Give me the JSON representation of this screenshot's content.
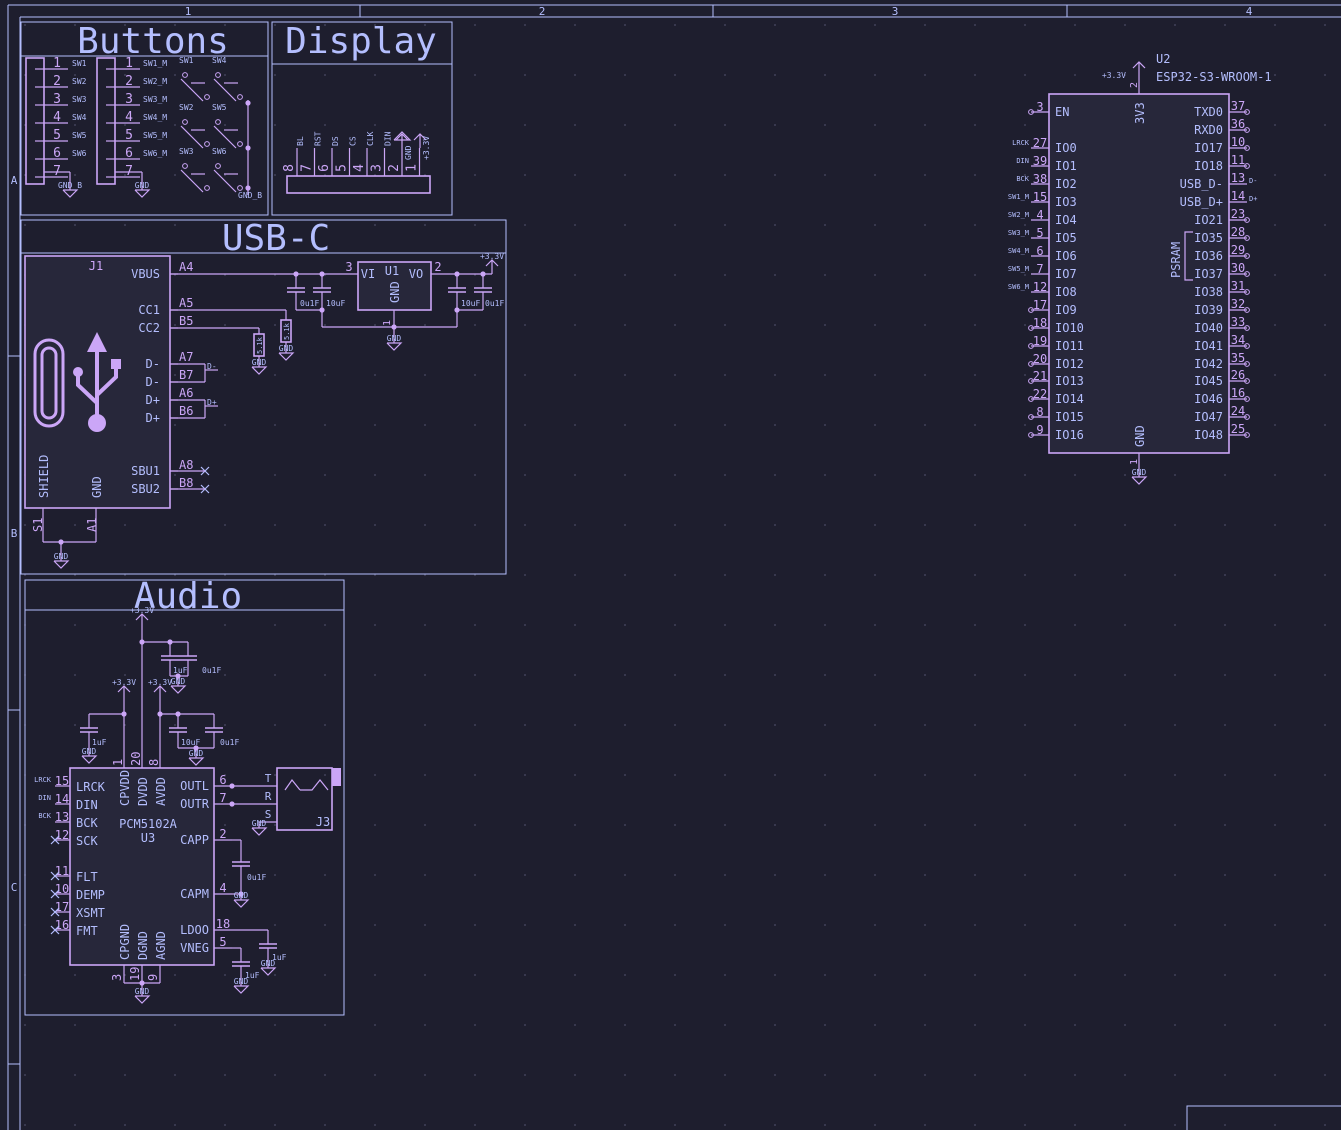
{
  "sheet": {
    "columns": [
      "1",
      "2",
      "3",
      "4"
    ],
    "rows": [
      "A",
      "B",
      "C"
    ]
  },
  "sections": {
    "buttons": "Buttons",
    "display": "Display",
    "usbc": "USB-C",
    "audio": "Audio"
  },
  "buttons": {
    "conn1_pins": [
      "1",
      "2",
      "3",
      "4",
      "5",
      "6",
      "7"
    ],
    "conn1_nets": [
      "SW1",
      "SW2",
      "SW3",
      "SW4",
      "SW5",
      "SW6"
    ],
    "conn2_pins": [
      "1",
      "2",
      "3",
      "4",
      "5",
      "6",
      "7"
    ],
    "conn2_nets": [
      "SW1_M",
      "SW2_M",
      "SW3_M",
      "SW4_M",
      "SW5_M",
      "SW6_M"
    ],
    "gnd_b": "GND_B",
    "gnd": "GND",
    "switches": [
      "SW1",
      "SW4",
      "SW2",
      "SW5",
      "SW3",
      "SW6"
    ]
  },
  "display": {
    "pins": [
      "8",
      "7",
      "6",
      "5",
      "4",
      "3",
      "2",
      "1"
    ],
    "nets": [
      "BL",
      "RST",
      "DS",
      "CS",
      "CLK",
      "DIN",
      "GND",
      "+3.3V"
    ]
  },
  "usb": {
    "ref": "J1",
    "pins_left": [
      "VBUS",
      "CC1",
      "CC2",
      "D-",
      "D-",
      "D+",
      "D+",
      "SBU1",
      "SBU2"
    ],
    "pad_nums": [
      "A4",
      "A5",
      "B5",
      "A7",
      "B7",
      "A6",
      "B6",
      "A8",
      "B8"
    ],
    "shield": "SHIELD",
    "gnd": "GND",
    "s1": "S1",
    "a1": "A1",
    "dm": "D-",
    "dp": "D+",
    "r1": "5.1k",
    "r2": "5.1k",
    "reg": {
      "ref": "U1",
      "vi": "VI",
      "vo": "VO",
      "gnd": "GND",
      "pin_vi": "3",
      "pin_vo": "2",
      "pin_gnd": "1"
    },
    "caps": [
      "0u1F",
      "10uF",
      "10uF",
      "0u1F"
    ],
    "net_33": "+3.3V",
    "gnd_label": "GND"
  },
  "mcu": {
    "ref": "U2",
    "part": "ESP32-S3-WROOM-1",
    "pwr_net": "+3.3V",
    "pwr_pin": "2",
    "pwr_name": "3V3",
    "gnd_name": "GND",
    "gnd_pin": "1",
    "left": [
      {
        "name": "EN",
        "num": "3",
        "net": ""
      },
      {
        "name": "IO0",
        "num": "27",
        "net": "LRCK"
      },
      {
        "name": "IO1",
        "num": "39",
        "net": "DIN"
      },
      {
        "name": "IO2",
        "num": "38",
        "net": "BCK"
      },
      {
        "name": "IO3",
        "num": "15",
        "net": "SW1_M"
      },
      {
        "name": "IO4",
        "num": "4",
        "net": "SW2_M"
      },
      {
        "name": "IO5",
        "num": "5",
        "net": "SW3_M"
      },
      {
        "name": "IO6",
        "num": "6",
        "net": "SW4_M"
      },
      {
        "name": "IO7",
        "num": "7",
        "net": "SW5_M"
      },
      {
        "name": "IO8",
        "num": "12",
        "net": "SW6_M"
      },
      {
        "name": "IO9",
        "num": "17",
        "net": ""
      },
      {
        "name": "IO10",
        "num": "18",
        "net": ""
      },
      {
        "name": "IO11",
        "num": "19",
        "net": ""
      },
      {
        "name": "IO12",
        "num": "20",
        "net": ""
      },
      {
        "name": "IO13",
        "num": "21",
        "net": ""
      },
      {
        "name": "IO14",
        "num": "22",
        "net": ""
      },
      {
        "name": "IO15",
        "num": "8",
        "net": ""
      },
      {
        "name": "IO16",
        "num": "9",
        "net": ""
      }
    ],
    "right": [
      {
        "name": "TXD0",
        "num": "37",
        "net": ""
      },
      {
        "name": "RXD0",
        "num": "36",
        "net": ""
      },
      {
        "name": "IO17",
        "num": "10",
        "net": ""
      },
      {
        "name": "IO18",
        "num": "11",
        "net": ""
      },
      {
        "name": "USB_D-",
        "num": "13",
        "net": "D-"
      },
      {
        "name": "USB_D+",
        "num": "14",
        "net": "D+"
      },
      {
        "name": "IO21",
        "num": "23",
        "net": ""
      },
      {
        "name": "IO35",
        "num": "28",
        "net": ""
      },
      {
        "name": "IO36",
        "num": "29",
        "net": ""
      },
      {
        "name": "IO37",
        "num": "30",
        "net": ""
      },
      {
        "name": "IO38",
        "num": "31",
        "net": ""
      },
      {
        "name": "IO39",
        "num": "32",
        "net": ""
      },
      {
        "name": "IO40",
        "num": "33",
        "net": ""
      },
      {
        "name": "IO41",
        "num": "34",
        "net": ""
      },
      {
        "name": "IO42",
        "num": "35",
        "net": ""
      },
      {
        "name": "IO45",
        "num": "26",
        "net": ""
      },
      {
        "name": "IO46",
        "num": "16",
        "net": ""
      },
      {
        "name": "IO47",
        "num": "24",
        "net": ""
      },
      {
        "name": "IO48",
        "num": "25",
        "net": ""
      }
    ],
    "psram": "PSRAM"
  },
  "audio": {
    "ref": "U3",
    "part": "PCM5102A",
    "left": [
      {
        "name": "LRCK",
        "num": "15",
        "net": "LRCK"
      },
      {
        "name": "DIN",
        "num": "14",
        "net": "DIN"
      },
      {
        "name": "BCK",
        "num": "13",
        "net": "BCK"
      },
      {
        "name": "SCK",
        "num": "12",
        "net": ""
      },
      {
        "name": "FLT",
        "num": "11",
        "net": ""
      },
      {
        "name": "DEMP",
        "num": "10",
        "net": ""
      },
      {
        "name": "XSMT",
        "num": "17",
        "net": ""
      },
      {
        "name": "FMT",
        "num": "16",
        "net": ""
      }
    ],
    "right": [
      {
        "name": "OUTL",
        "num": "6"
      },
      {
        "name": "OUTR",
        "num": "7"
      },
      {
        "name": "CAPP",
        "num": "2"
      },
      {
        "name": "CAPM",
        "num": "4"
      },
      {
        "name": "LDOO",
        "num": "18"
      },
      {
        "name": "VNEG",
        "num": "5"
      }
    ],
    "top": [
      {
        "name": "CPVDD",
        "num": "1"
      },
      {
        "name": "DVDD",
        "num": "20"
      },
      {
        "name": "AVDD",
        "num": "8"
      }
    ],
    "bottom": [
      {
        "name": "CPGND",
        "num": "3"
      },
      {
        "name": "DGND",
        "num": "19"
      },
      {
        "name": "AGND",
        "num": "9"
      }
    ],
    "jack": {
      "ref": "J3",
      "t": "T",
      "r": "R",
      "s": "S"
    },
    "net_33": "+3.3V",
    "gnd": "GND",
    "caps": [
      "1uF",
      "0u1F",
      "1uF",
      "10uF",
      "0u1F",
      "0u1F",
      "1uF",
      "1uF"
    ]
  }
}
